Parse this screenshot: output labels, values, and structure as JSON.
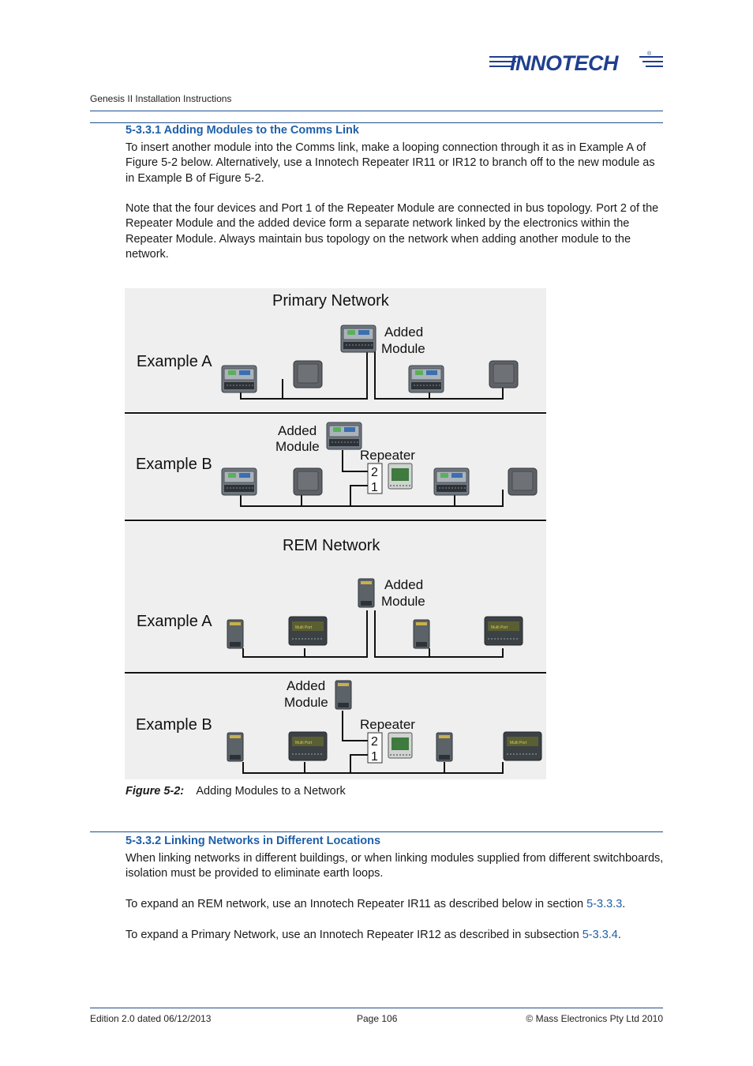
{
  "header": {
    "logo_text": "INNOTECH",
    "doc_title": "Genesis II Installation Instructions"
  },
  "section1": {
    "title": "5-3.3.1 Adding Modules to the Comms Link",
    "para1": "To insert another module into the Comms link, make a looping connection through it as in Example A of Figure 5-2 below. Alternatively, use a Innotech Repeater IR11 or IR12 to branch off to the new module as in Example B of Figure 5-2.",
    "para2": "Note that the four devices and Port 1 of the Repeater Module are connected in bus topology. Port 2 of the Repeater Module and the added device form a separate network linked by the electronics within the Repeater Module.  Always maintain bus topology on the network when adding another module to the network."
  },
  "figure": {
    "primary_title": "Primary Network",
    "rem_title": "REM Network",
    "example_a": "Example A",
    "example_b": "Example B",
    "added": "Added",
    "module": "Module",
    "repeater": "Repeater",
    "port2": "2",
    "port1": "1",
    "caption_label": "Figure 5-2:",
    "caption_text": "Adding Modules to a Network"
  },
  "section2": {
    "title": "5-3.3.2 Linking Networks in Different Locations",
    "para1": "When linking networks in different buildings, or when linking modules supplied from different switchboards, isolation must be provided to eliminate earth loops.",
    "para2_pre": "To expand an REM network, use an Innotech Repeater IR11 as described below in section ",
    "para2_link": "5-3.3.3",
    "para2_post": ".",
    "para3_pre": "To expand a Primary Network, use an Innotech Repeater IR12 as described in subsection ",
    "para3_link": "5-3.3.4",
    "para3_post": "."
  },
  "footer": {
    "edition": "Edition 2.0 dated 06/12/2013",
    "page": "Page 106",
    "copyright": "©  Mass Electronics Pty Ltd  2010"
  }
}
